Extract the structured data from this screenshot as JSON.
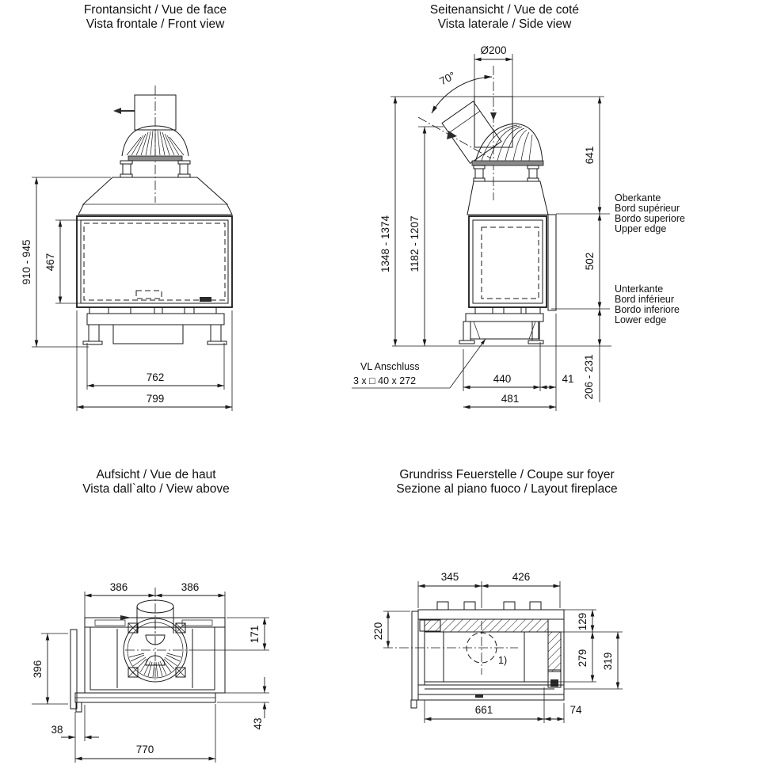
{
  "sheet": {
    "background": "#ffffff",
    "line_color": "#1a1a1a"
  },
  "front": {
    "title1": "Frontansicht / Vue de face",
    "title2": "Vista frontale / Front view",
    "dims": {
      "overall_height": "910 - 945",
      "glass_height": "467",
      "base_width": "762",
      "overall_width": "799"
    }
  },
  "side": {
    "title1": "Seitenansicht / Vue de coté",
    "title2": "Vista laterale / Side view",
    "dims": {
      "flue_diameter": "Ø200",
      "flue_angle": "70°",
      "top_to_upper_edge": "641",
      "upper_to_lower_edge": "502",
      "lower_edge_to_floor": "206 - 231",
      "overall_height": "1348 - 1374",
      "tilted_height": "1182 - 1207",
      "base_depth": "440",
      "door_offset": "41",
      "overall_depth": "481"
    },
    "upper_edge": {
      "de": "Oberkante",
      "fr": "Bord supérieur",
      "it": "Bordo superiore",
      "en": "Upper edge"
    },
    "lower_edge": {
      "de": "Unterkante",
      "fr": "Bord inférieur",
      "it": "Bordo inferiore",
      "en": "Lower edge"
    },
    "vl": {
      "line1": "VL Anschluss",
      "line2": "3 x □ 40 x 272"
    }
  },
  "top": {
    "title1": "Aufsicht / Vue de haut",
    "title2": "Vista dall`alto / View above",
    "dims": {
      "half_left": "386",
      "half_right": "386",
      "flue_depth": "171",
      "depth": "396",
      "front_lip": "43",
      "side_offset": "38",
      "overall_width": "770"
    }
  },
  "fireplace": {
    "title1": "Grundriss Feuerstelle / Coupe sur foyer",
    "title2": "Sezione al piano fuoco / Layout fireplace",
    "dims": {
      "left_width": "345",
      "right_width": "426",
      "front_to_center": "220",
      "rear_wall": "129",
      "chamber_depth": "279",
      "inner_depth": "319",
      "inner_width": "661",
      "side_wall": "74"
    },
    "footnote": "1)"
  }
}
